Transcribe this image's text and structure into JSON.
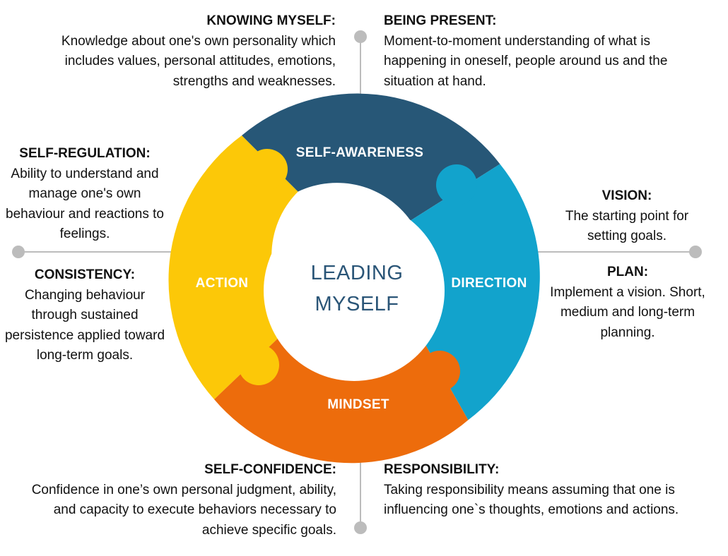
{
  "colors": {
    "self_awareness": "#275777",
    "direction": "#12a3cc",
    "mindset": "#ed6c0c",
    "action": "#fcc808",
    "center_text": "#2a5577",
    "connector": "#bcbcbc"
  },
  "center": {
    "line1": "LEADING",
    "line2": "MYSELF"
  },
  "segments": {
    "self_awareness": "SELF-AWARENESS",
    "direction": "DIRECTION",
    "mindset": "MINDSET",
    "action": "ACTION"
  },
  "blocks": {
    "knowing_myself": {
      "title": "KNOWING MYSELF:",
      "body": "Knowledge about one's own personality which includes values, personal attitudes, emotions, strengths and weaknesses."
    },
    "being_present": {
      "title": "BEING PRESENT:",
      "body": "Moment-to-moment understanding of what is happening in oneself, people around us and the situation at hand."
    },
    "self_regulation": {
      "title": "SELF-REGULATION:",
      "body": "Ability to understand and manage one's own behaviour and reactions to feelings."
    },
    "consistency": {
      "title": "CONSISTENCY:",
      "body": "Changing behaviour through sustained persistence applied toward long-term goals."
    },
    "vision": {
      "title": "VISION:",
      "body": "The starting point for setting goals."
    },
    "plan": {
      "title": "PLAN:",
      "body": "Implement a vision. Short, medium and long-term planning."
    },
    "self_confidence": {
      "title": "SELF-CONFIDENCE:",
      "body": "Confidence in one’s own personal judgment, ability, and capacity to execute behaviors necessary to achieve specific goals."
    },
    "responsibility": {
      "title": "RESPONSIBILITY:",
      "body": "Taking responsibility means assuming that one is influencing one`s thoughts, emotions and actions."
    }
  }
}
